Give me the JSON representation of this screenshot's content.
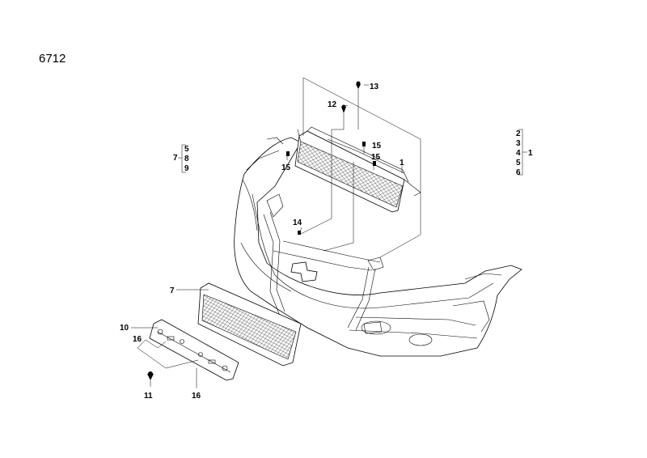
{
  "diagram": {
    "code": "6712",
    "labels": {
      "l1": "1",
      "l2": "2",
      "l3": "3",
      "l4": "4",
      "l5": "5",
      "l6": "6",
      "l5b": "5",
      "l8": "8",
      "l9": "9",
      "l7": "7",
      "l7b": "7",
      "l10": "10",
      "l11": "11",
      "l12": "12",
      "l13": "13",
      "l14": "14",
      "l15a": "15",
      "l15b": "15",
      "l15c": "15",
      "l16a": "16",
      "l16b": "16",
      "l1b": "1"
    }
  }
}
